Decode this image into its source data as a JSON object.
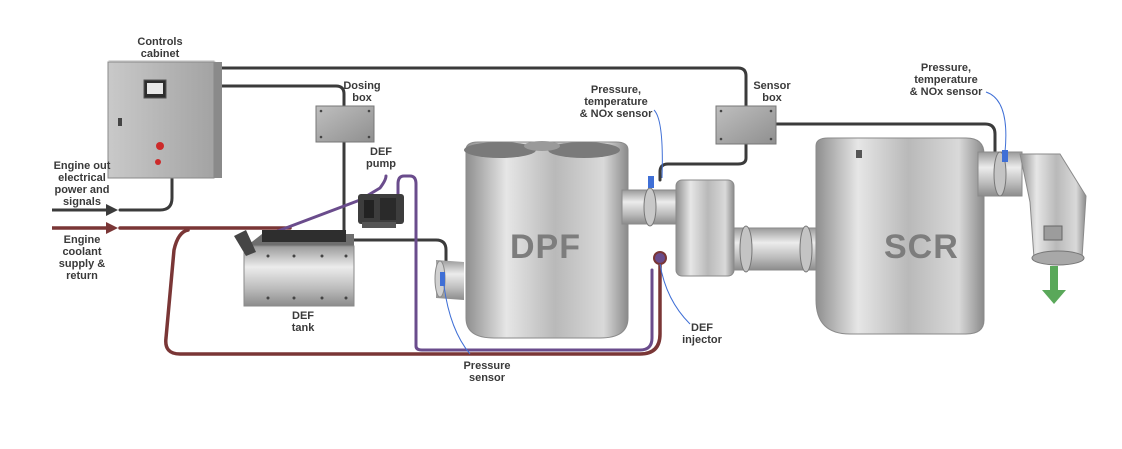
{
  "labels": {
    "controls_cabinet": "Controls\ncabinet",
    "dosing_box": "Dosing\nbox",
    "sensor_box": "Sensor\nbox",
    "engine_out": "Engine out\nelectrical\npower and\nsignals",
    "engine_coolant": "Engine\ncoolant\nsupply &\nreturn",
    "def_pump": "DEF\npump",
    "def_tank": "DEF\ntank",
    "pt_nox_sensor_1": "Pressure,\ntemperature\n& NOx sensor",
    "pt_nox_sensor_2": "Pressure,\ntemperature\n& NOx sensor",
    "def_injector": "DEF\ninjector",
    "pressure_sensor": "Pressure\nsensor",
    "dpf": "DPF",
    "scr": "SCR"
  },
  "colors": {
    "signal_line": "#3b3b3b",
    "coolant_line": "#7a3636",
    "def_line": "#6a4c8c",
    "steel_light": "#d7d7d7",
    "steel_dark": "#8e8e8e",
    "exhaust_arrow": "#5aa85a",
    "callout": "#3f6fd6"
  }
}
